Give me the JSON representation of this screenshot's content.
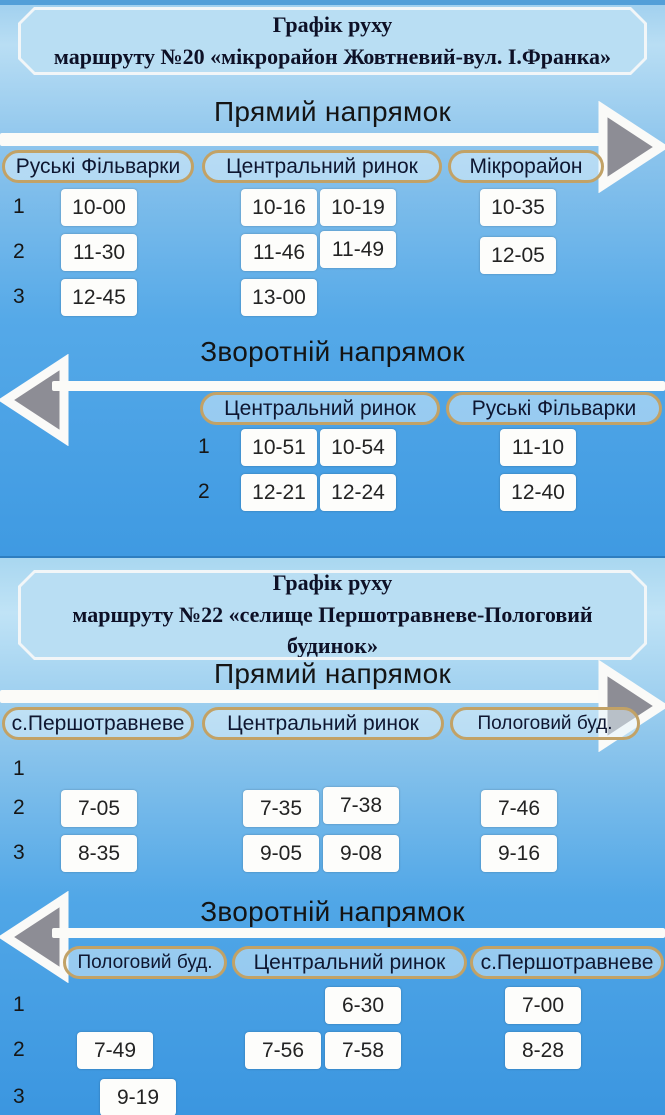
{
  "colors": {
    "background_top": "#b9def4",
    "background_bottom": "#3d98e0",
    "pill_border": "#c2a266",
    "arrow_fill": "#8d8d95",
    "arrow_outline": "#fafaf8",
    "time_box": "#fdfdfb",
    "title_box_fill": "#b9def3"
  },
  "routes": [
    {
      "title": {
        "line1": "Графік руху",
        "line2": "маршруту №20 «мікрорайон Жовтневий-вул. І.Франка»"
      },
      "direct": {
        "heading": "Прямий напрямок",
        "stops": {
          "s1": "Руські Фільварки",
          "s2": "Центральний ринок",
          "s3": "Мікрорайон"
        },
        "rows": [
          {
            "n": "1",
            "c1": "10-00",
            "c2a": "10-16",
            "c2b": "10-19",
            "c3": "10-35"
          },
          {
            "n": "2",
            "c1": "11-30",
            "c2a": "11-46",
            "c2b": "11-49",
            "c3": "12-05"
          },
          {
            "n": "3",
            "c1": "12-45",
            "c2a": "13-00"
          }
        ]
      },
      "reverse": {
        "heading": "Зворотній напрямок",
        "stops": {
          "s2": "Центральний ринок",
          "s3": "Руські Фільварки"
        },
        "rows": [
          {
            "n": "1",
            "c2a": "10-51",
            "c2b": "10-54",
            "c3": "11-10"
          },
          {
            "n": "2",
            "c2a": "12-21",
            "c2b": "12-24",
            "c3": "12-40"
          }
        ]
      }
    },
    {
      "title": {
        "line1": "Графік руху",
        "line2": "маршруту №22 «селище Першотравневе-Пологовий",
        "line3": "будинок»"
      },
      "direct": {
        "heading": "Прямий напрямок",
        "stops": {
          "s1": "с.Першотравневе",
          "s2": "Центральний ринок",
          "s3": "Пологовий буд."
        },
        "rows": [
          {
            "n": "1"
          },
          {
            "n": "2",
            "c1": "7-05",
            "c2a": "7-35",
            "c2b": "7-38",
            "c3": "7-46"
          },
          {
            "n": "3",
            "c1": "8-35",
            "c2a": "9-05",
            "c2b": "9-08",
            "c3": "9-16"
          }
        ]
      },
      "reverse": {
        "heading": "Зворотній напрямок",
        "stops": {
          "s1": "Пологовий буд.",
          "s2": "Центральний ринок",
          "s3": "с.Першотравневе"
        },
        "rows": [
          {
            "n": "1",
            "c2b": "6-30",
            "c3": "7-00"
          },
          {
            "n": "2",
            "c1": "7-49",
            "c2a": "7-56",
            "c2b": "7-58",
            "c3": "8-28"
          },
          {
            "n": "3",
            "c1": "9-19"
          }
        ]
      }
    }
  ]
}
